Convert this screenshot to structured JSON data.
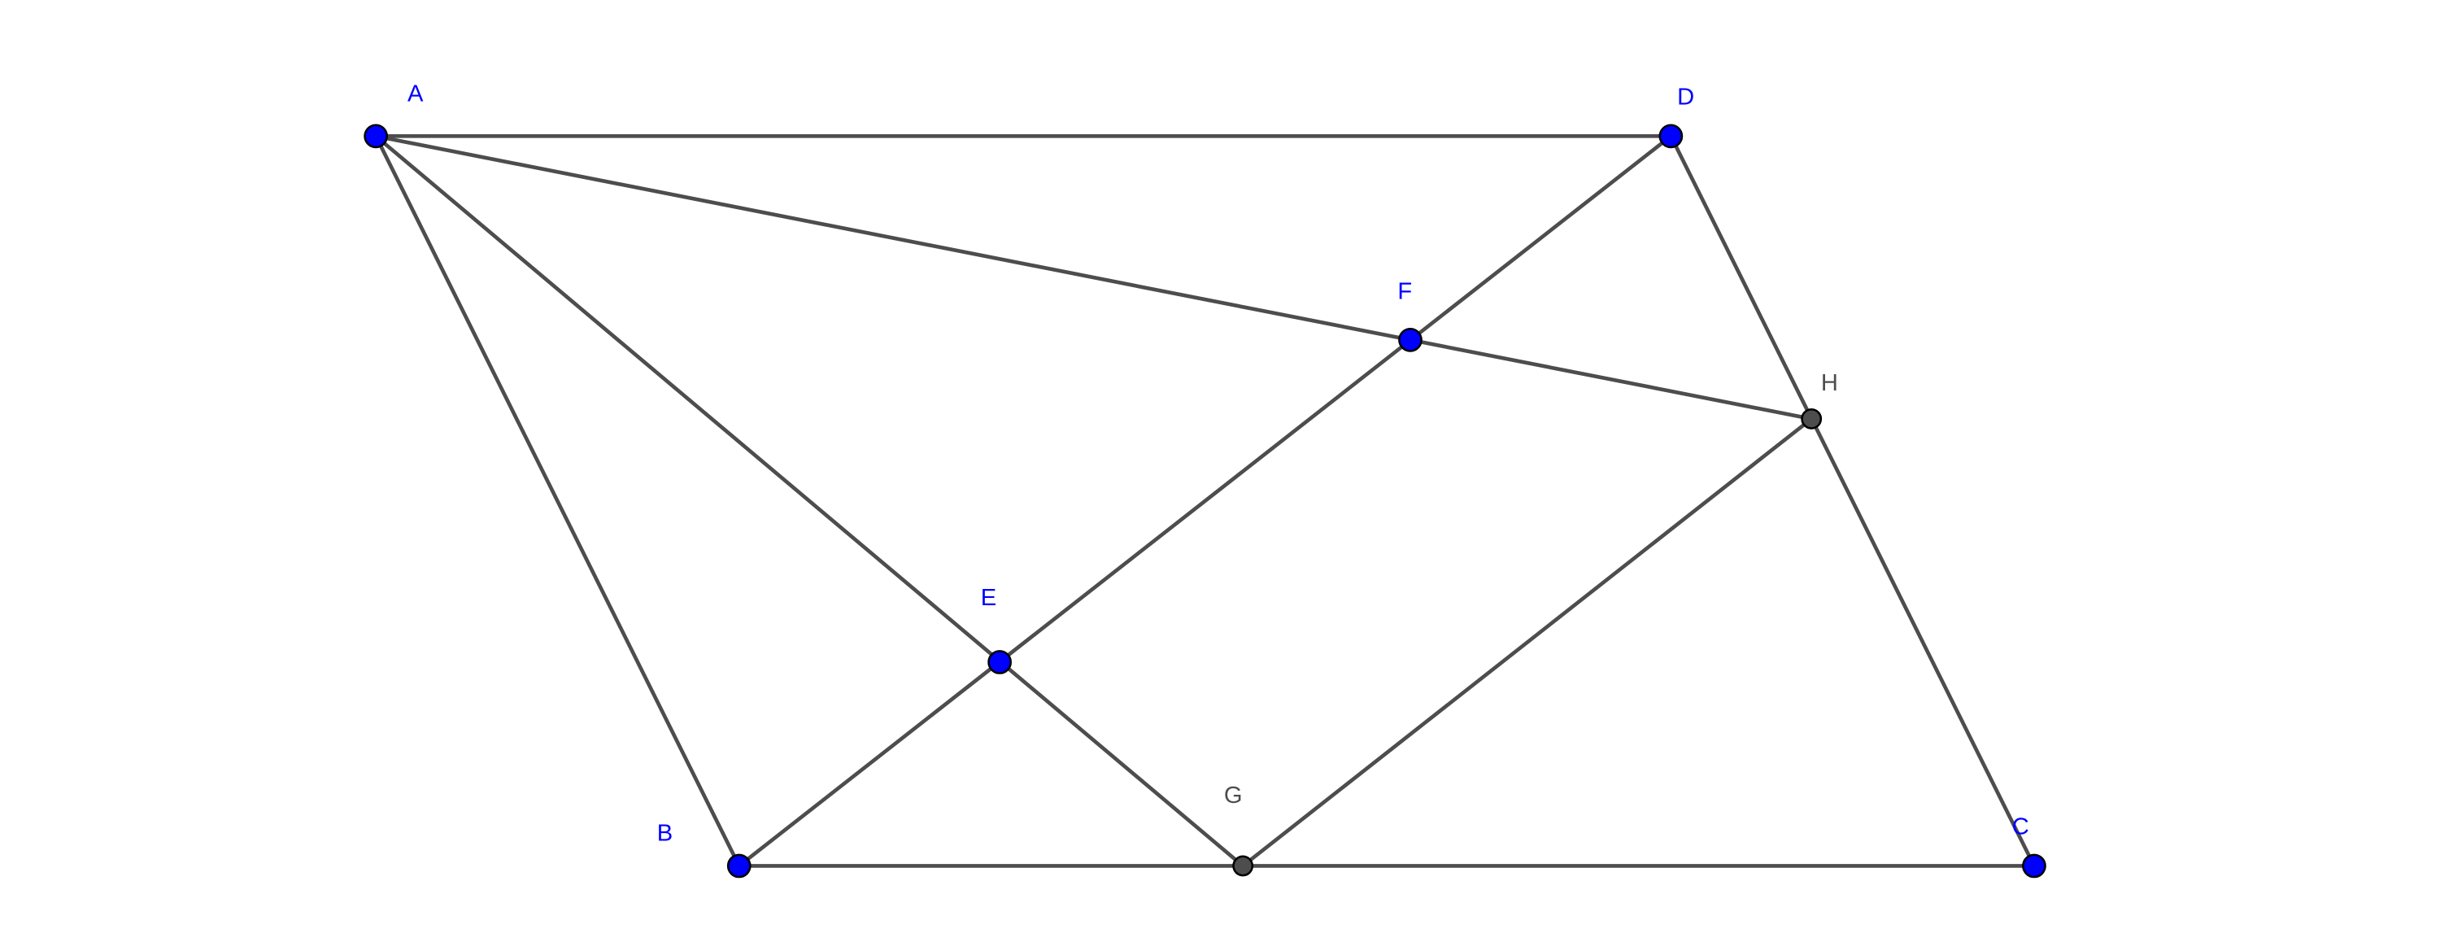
{
  "points": {
    "A": {
      "label": "A",
      "color": "#0000ff"
    },
    "B": {
      "label": "B",
      "color": "#0000ff"
    },
    "C": {
      "label": "C",
      "color": "#0000ff"
    },
    "D": {
      "label": "D",
      "color": "#0000ff"
    },
    "E": {
      "label": "E",
      "color": "#0000ff"
    },
    "F": {
      "label": "F",
      "color": "#0000ff"
    },
    "G": {
      "label": "G",
      "color": "#4d4d4d"
    },
    "H": {
      "label": "H",
      "color": "#4d4d4d"
    }
  },
  "segments": [
    "AD",
    "AB",
    "BC",
    "DC",
    "AH",
    "AG",
    "BD",
    "GH"
  ]
}
